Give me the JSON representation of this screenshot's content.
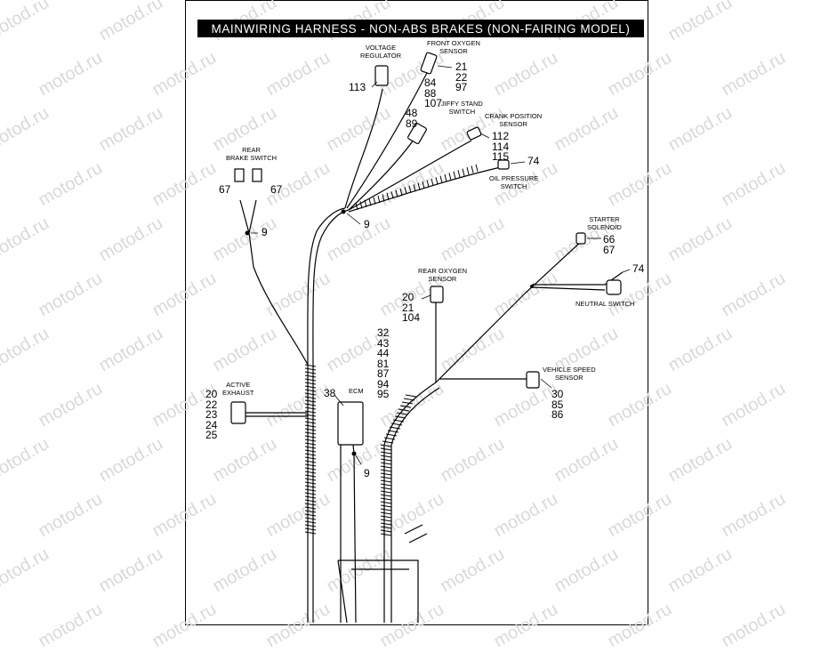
{
  "watermark_text": "motod.ru",
  "title": "MAINWIRING HARNESS - NON-ABS BRAKES (NON-FAIRING MODEL)",
  "components": {
    "voltage_regulator": {
      "label": [
        "VOLTAGE",
        "REGULATOR"
      ],
      "refs": [
        "113"
      ]
    },
    "front_oxygen_sensor": {
      "label": [
        "FRONT OXYGEN",
        "SENSOR"
      ],
      "refs": [
        "21",
        "22",
        "97"
      ]
    },
    "jiffy_stand_switch": {
      "label": [
        "JIFFY STAND",
        "SWITCH"
      ],
      "refs": [
        "48",
        "89"
      ]
    },
    "front_o2_extra_refs": [
      "84",
      "88",
      "107"
    ],
    "crank_position_sensor": {
      "label": [
        "CRANK POSITION",
        "SENSOR"
      ],
      "refs": [
        "112",
        "114",
        "115"
      ]
    },
    "oil_pressure_switch": {
      "label": [
        "OIL PRESSURE",
        "SWITCH"
      ],
      "refs": [
        "74"
      ]
    },
    "rear_brake_switch": {
      "label": [
        "REAR",
        "BRAKE SWITCH"
      ],
      "refs_left": [
        "67"
      ],
      "refs_right": [
        "67"
      ]
    },
    "harness_clip_upper": {
      "refs": [
        "9"
      ]
    },
    "harness_clip_left": {
      "refs": [
        "9"
      ]
    },
    "starter_solenoid": {
      "label": [
        "STARTER",
        "SOLENOID"
      ],
      "refs": [
        "66",
        "67"
      ]
    },
    "neutral_switch": {
      "label": [
        "NEUTRAL SWITCH"
      ],
      "refs": [
        "74"
      ]
    },
    "rear_oxygen_sensor": {
      "label": [
        "REAR OXYGEN",
        "SENSOR"
      ],
      "refs": [
        "20",
        "21",
        "104"
      ]
    },
    "ecm": {
      "label": [
        "ECM"
      ],
      "refs_left": [
        "38"
      ],
      "refs_top": [
        "32",
        "43",
        "44",
        "81",
        "87",
        "94",
        "95"
      ],
      "clip_ref": [
        "9"
      ]
    },
    "active_exhaust": {
      "label": [
        "ACTIVE",
        "EXHAUST"
      ],
      "refs": [
        "20",
        "22",
        "23",
        "24",
        "25"
      ]
    },
    "vehicle_speed_sensor": {
      "label": [
        "VEHICLE SPEED",
        "SENSOR"
      ],
      "refs": [
        "30",
        "85",
        "86"
      ]
    }
  }
}
